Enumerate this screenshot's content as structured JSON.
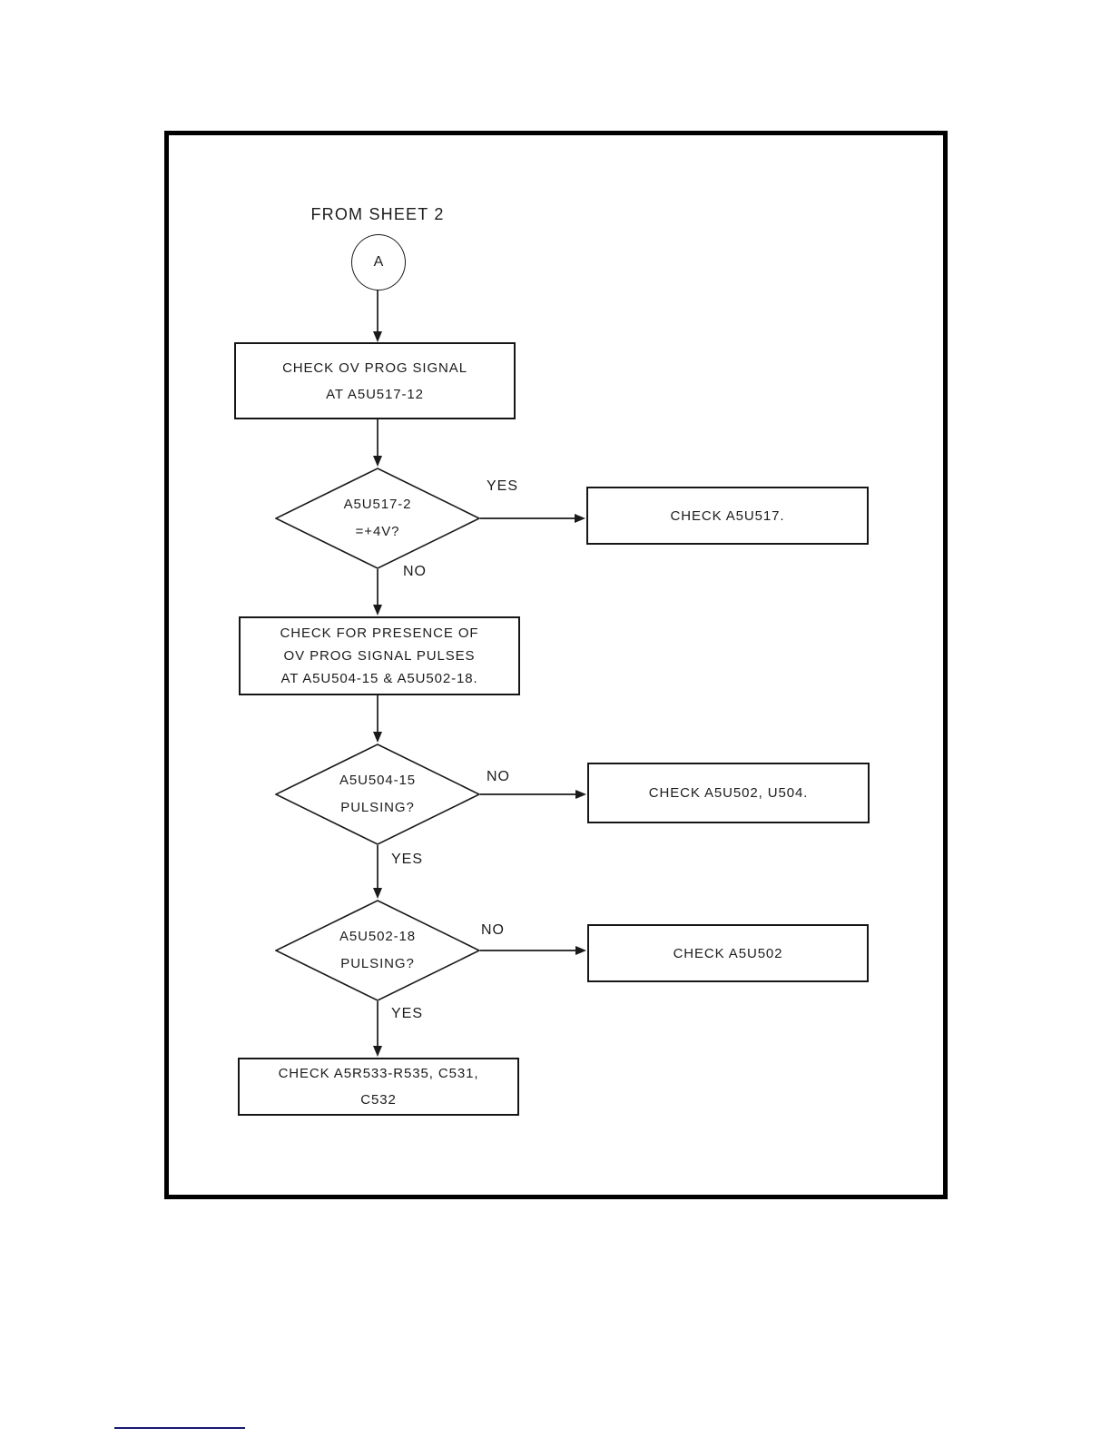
{
  "header": {
    "from_label": "FROM SHEET 2"
  },
  "connector": {
    "label": "A"
  },
  "flow": {
    "process_check_ov_prog": {
      "line1": "CHECK OV PROG SIGNAL",
      "line2": "AT A5U517-12"
    },
    "decision_a5u517_2": {
      "line1": "A5U517-2",
      "line2": "=+4V?",
      "yes_label": "YES",
      "no_label": "NO"
    },
    "action_check_a5u517": {
      "label": "CHECK A5U517."
    },
    "process_check_pulses": {
      "line1": "CHECK FOR PRESENCE OF",
      "line2": "OV PROG SIGNAL PULSES",
      "line3": "AT A5U504-15 & A5U502-18."
    },
    "decision_a5u504_15": {
      "line1": "A5U504-15",
      "line2": "PULSING?",
      "no_label": "NO",
      "yes_label": "YES"
    },
    "action_check_a5u502_u504": {
      "label": "CHECK A5U502, U504."
    },
    "decision_a5u502_18": {
      "line1": "A5U502-18",
      "line2": "PULSING?",
      "no_label": "NO",
      "yes_label": "YES"
    },
    "action_check_a5u502": {
      "label": "CHECK A5U502"
    },
    "process_check_r533": {
      "line1": "CHECK A5R533-R535, C531,",
      "line2": "C532"
    }
  },
  "colors": {
    "line": "#1a1a1a",
    "border": "#000000",
    "footer_rule": "#191970"
  }
}
